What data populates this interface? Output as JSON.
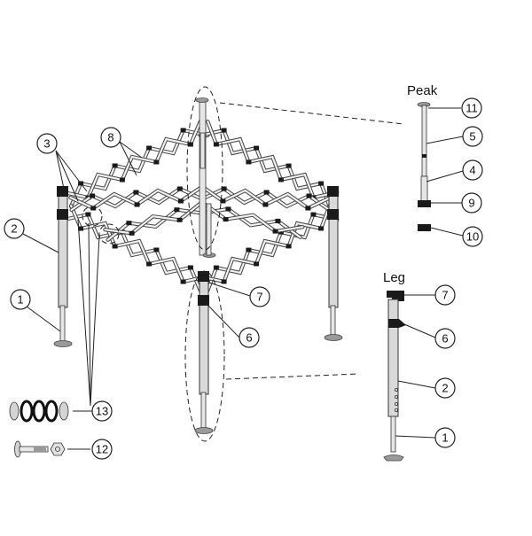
{
  "diagram": {
    "detail_labels": {
      "peak": "Peak",
      "leg": "Leg"
    },
    "callouts": {
      "c1": "1",
      "c2": "2",
      "c3": "3",
      "c5": "5",
      "c4": "4",
      "c6": "6",
      "c7": "7",
      "c8": "8",
      "c9": "9",
      "c10": "10",
      "c11": "11",
      "c12": "12",
      "c13": "13"
    },
    "colors": {
      "frame": "#444444",
      "bracket": "#1a1a1a",
      "pole": "#d9d9d9",
      "foot": "#9a9a9a"
    }
  }
}
